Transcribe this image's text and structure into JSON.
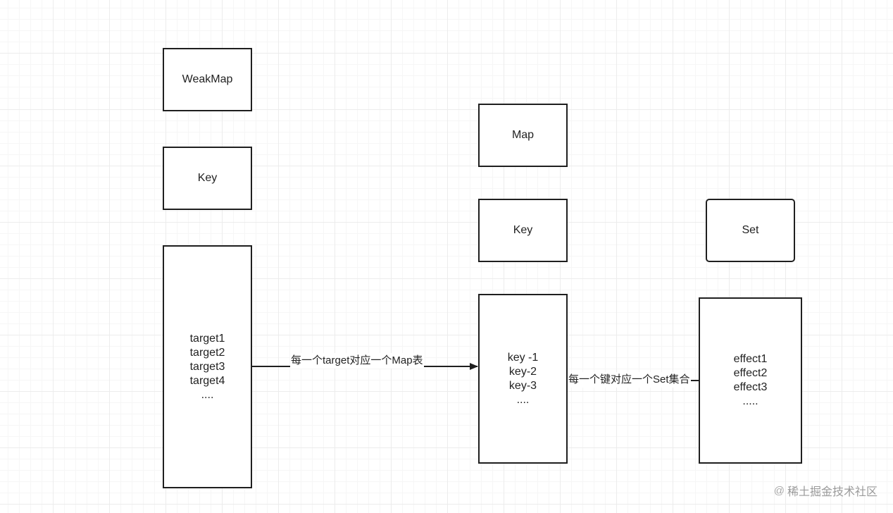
{
  "diagram": {
    "weakmap_column": {
      "title": "WeakMap",
      "key_label": "Key",
      "items": [
        "target1",
        "target2",
        "target3",
        "target4",
        "...."
      ]
    },
    "map_column": {
      "title": "Map",
      "key_label": "Key",
      "items": [
        "key -1",
        "key-2",
        "key-3",
        "...."
      ]
    },
    "set_column": {
      "title": "Set",
      "items": [
        "effect1",
        "effect2",
        "effect3",
        "....."
      ]
    },
    "edges": {
      "target_to_map": "每一个target对应一个Map表",
      "key_to_set": "每一个键对应一个Set集合"
    }
  },
  "watermark": {
    "icon": "at-icon",
    "text": "稀土掘金技术社区"
  },
  "colors": {
    "border": "#1f1f1f",
    "grid": "#ececec",
    "watermark": "#9a9a9a"
  }
}
